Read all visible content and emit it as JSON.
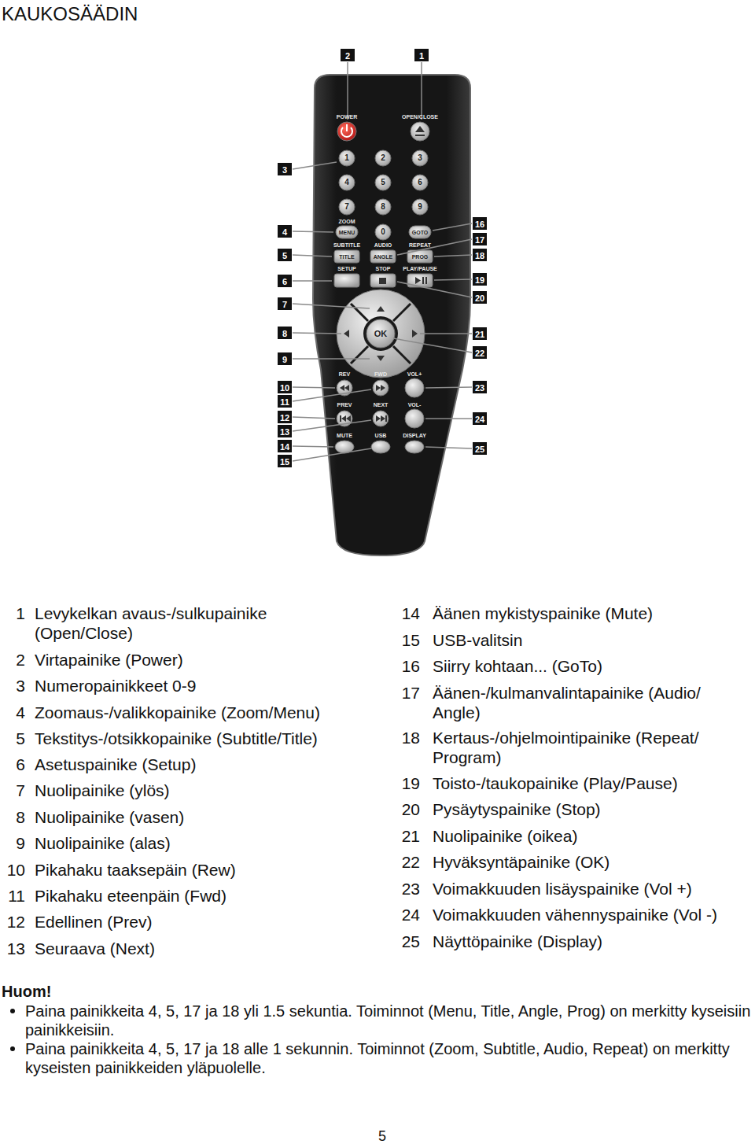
{
  "diagram": {
    "title": "KAUKOSÄÄDIN",
    "labels": [
      "POWER",
      "OPEN/CLOSE",
      "1",
      "2",
      "3",
      "4",
      "5",
      "6",
      "7",
      "8",
      "9",
      "ZOOM",
      "MENU",
      "0",
      "GOTO",
      "SUBTITLE",
      "AUDIO",
      "REPEAT",
      "TITLE",
      "ANGLE",
      "PROG",
      "SETUP",
      "STOP",
      "PLAY/PAUSE",
      "OK",
      "REV",
      "FWD",
      "VOL+",
      "PREV",
      "NEXT",
      "VOL-",
      "MUTE",
      "USB",
      "DISPLAY",
      "1",
      "2",
      "3",
      "4",
      "5",
      "6",
      "7",
      "8",
      "9",
      "10",
      "11",
      "12",
      "13",
      "14",
      "15",
      "16",
      "17",
      "18",
      "19",
      "20",
      "21",
      "22",
      "23",
      "24",
      "25",
      "1",
      "Levykelkan avaus-/sulkupainike (Open/Close)",
      "2",
      "Virtapainike (Power)",
      "3",
      "Numeropainikkeet 0-9",
      "4",
      "Zoomaus-/valikkopainike (Zoom/Menu)",
      "5",
      "Tekstitys-/otsikkopainike (Subtitle/Title)",
      "6",
      "Asetuspainike (Setup)",
      "7",
      "Nuolipainike (ylös)",
      "8",
      "Nuolipainike (vasen)",
      "9",
      "Nuolipainike (alas)",
      "10",
      "Pikahaku taaksepäin (Rew)",
      "11",
      "Pikahaku eteenpäin (Fwd)",
      "12",
      "Edellinen (Prev)",
      "13",
      "Seuraava (Next)",
      "14",
      "Äänen mykistyspainike (Mute)",
      "15",
      "USB-valitsin",
      "16",
      "Siirry kohtaan... (GoTo)",
      "17",
      "Äänen-/kulmanvalintapainike (Audio/ Angle)",
      "18",
      "Kertaus-/ohjelmointipainike (Repeat/ Program)",
      "19",
      "Toisto-/taukopainike (Play/Pause)",
      "20",
      "Pysäytyspainike (Stop)",
      "21",
      "Nuolipainike (oikea)",
      "22",
      "Hyväksyntäpainike (OK)",
      "23",
      "Voimakkuuden lisäyspainike (Vol +)",
      "24",
      "Voimakkuuden vähennyspainike (Vol -)",
      "25",
      "Näyttöpainike (Display)",
      "Huom!",
      "Paina painikkeita 4, 5, 17 ja 18 yli 1.5 sekuntia. Toiminnot (Menu, Title, Angle, Prog) on merkitty kyseisiin painikkeisiin.",
      "Paina painikkeita 4, 5, 17 ja 18 alle 1 sekunnin. Toiminnot (Zoom, Subtitle, Audio, Repeat) on merkitty kyseisten painikkeiden yläpuolelle.",
      "5"
    ]
  }
}
